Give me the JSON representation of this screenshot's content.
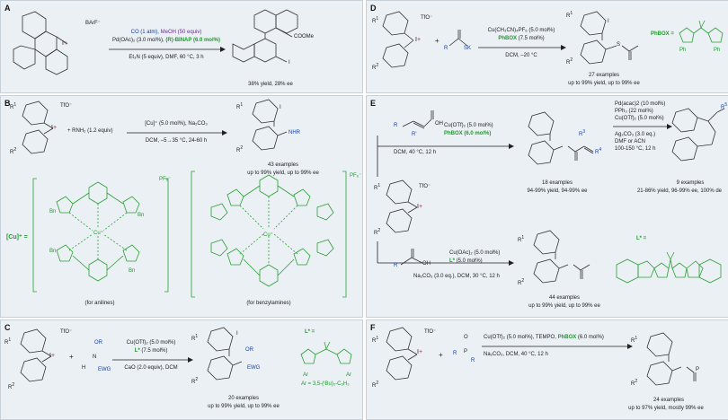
{
  "panels": {
    "A": {
      "label": "A",
      "counterion": "BArF⁻",
      "reagents_line1_co": "CO (1 atm), ",
      "reagents_line1_meoh": "MeOH (50 equiv)",
      "reagents_line2_pd": "Pd(OAc)₂ (3.0 mol%), ",
      "reagents_line2_ligand": "(R)-BINAP (6.0 mol%)",
      "conditions": "Et₃N (5 equiv), DMF, 60 °C, 3 h",
      "product_label": "COOMe",
      "product_iodine": "I",
      "result": "38% yield, 28% ee"
    },
    "B": {
      "label": "B",
      "counterion": "TfO⁻",
      "amine": "+ RNH₂ (1.2 equiv)",
      "catalyst": "[Cu]⁺ (5.0 mol%), Na₂CO₃",
      "conditions": "DCM, –5→35 °C, 24-60 h",
      "product_iodine": "I",
      "product_group": "NHR",
      "examples": "43 examples",
      "yield": "up to 99% yield, up to 99% ee",
      "cu_label": "[Cu]⁺ =",
      "pf6_1": "PF₆⁻",
      "pf6_2": "PF₆⁻",
      "bn_labels": [
        "Bn",
        "Bn",
        "Bn",
        "Bn"
      ],
      "cu_center": "Cu⁺",
      "caption_left": "(for anilines)",
      "caption_right": "(for benzylamines)"
    },
    "C": {
      "label": "C",
      "counterion": "TfO⁻",
      "reagent_or": "OR",
      "reagent_n": "N",
      "reagent_h": "H",
      "reagent_ewg": "EWG",
      "plus": "+",
      "cat_line1": "Cu(OTf)₂ (5.0 mol%)",
      "cat_line2_l": "L*",
      "cat_line2_rest": " (7.5 mol%)",
      "conditions": "CaO (2.0 equiv), DCM",
      "product_or": "OR",
      "product_ewg": "EWG",
      "product_i": "I",
      "examples": "20 examples",
      "yield": "up to 99% yield, up to 99% ee",
      "lstar": "L* =",
      "ar_def": "Ar = 3,5-(ᵗBu)₂-C₆H₃",
      "ar1": "Ar",
      "ar2": "Ar"
    },
    "D": {
      "label": "D",
      "counterion": "TfO⁻",
      "plus": "+",
      "thio": "SK",
      "r": "R",
      "cat_line1": "Cu(CH₃CN)₄PF₆ (5.0 mol%)",
      "cat_line2_l": "PhBOX",
      "cat_line2_rest": " (7.5 mol%)",
      "conditions": "DCM, –20 °C",
      "product_i": "I",
      "product_s": "S",
      "examples": "27 examples",
      "yield": "up to 99% yield, up to 99% ee",
      "phbox": "PhBOX =",
      "ph1": "Ph",
      "ph2": "Ph"
    },
    "E": {
      "label": "E",
      "counterion": "TfO⁻",
      "acid_r": "R",
      "acid_rp": "R'",
      "acid_oh": "OH",
      "cat1_line1": "Cu(OTf)₂ (5.0 mol%)",
      "cat1_line2": "PhBOX (6.0 mol%)",
      "cond1": "DCM, 40 °C, 12 h",
      "ester_examples": "18 examples",
      "ester_yield": "94-99% yield, 94-99% ee",
      "cat2_lines": [
        "Pd(acac)2 (10 mol%)",
        "PPh₃ (22 mol%)",
        "Cu(OTf)₂ (5.0 mol%)",
        "Ag₂CO₃ (3.0 eq.)",
        "DMF or ACN",
        "100-150 °C, 12 h"
      ],
      "lactone_examples": "9 examples",
      "lactone_yield": "21-86% yield, 96-99% ee, 100% de",
      "acid2_r": "R",
      "acid2_oh": "OH",
      "cat3_line1": "Cu(OAc)₂ (5.0 mol%)",
      "cat3_line2_l": "L*",
      "cat3_line2_rest": " (5.0 mol%)",
      "cond3": "Na₂CO₃ (3.0 eq.), DCM, 30 °C, 12 h",
      "ester2_examples": "44 examples",
      "ester2_yield": "up to 99% yield, up to 99% ee",
      "lstar": "L* ="
    },
    "F": {
      "label": "F",
      "counterion": "TfO⁻",
      "plus": "+",
      "p_r1": "R",
      "p_r2": "R",
      "p": "P",
      "conditions_line1_a": "Cu(OTf)₂ (5.0 mol%), TEMPO, ",
      "conditions_line1_b": "PhBOX",
      "conditions_line1_c": " (6.0 mol%)",
      "conditions_line2": "Na₂CO₃, DCM, 40 °C, 12 h",
      "product_p": "P",
      "examples": "24 examples",
      "yield": "up to 97% yield, mostly 99% ee"
    }
  },
  "colors": {
    "panel_bg": "#eaf0f4",
    "blue": "#1a3f9e",
    "green": "#1f9a2a",
    "iodonium": "#cc2222"
  }
}
